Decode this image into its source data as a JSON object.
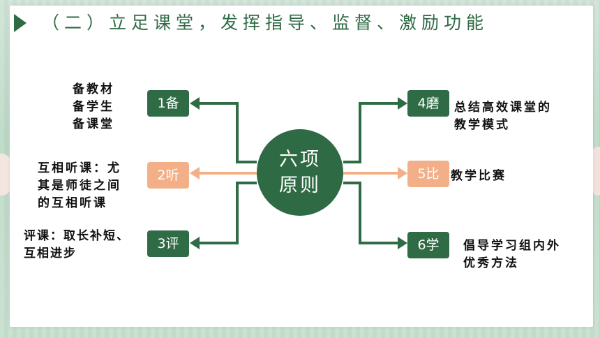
{
  "title": "（二）立足课堂，发挥指导、监督、激励功能",
  "center": {
    "line1": "六项",
    "line2": "原则"
  },
  "nodes": [
    {
      "label": "1备",
      "description": "备教材\n备学生\n备课堂",
      "color": "#2f6b45"
    },
    {
      "label": "2听",
      "description": "互相听课：尤\n其是师徒之间\n的互相听课",
      "color": "#f3b088"
    },
    {
      "label": "3评",
      "description": "评课：取长补短、\n互相进步",
      "color": "#2f6b45"
    },
    {
      "label": "4磨",
      "description": "总结高效课堂的\n教学模式",
      "color": "#2f6b45"
    },
    {
      "label": "5比",
      "description": "教学比赛",
      "color": "#f3b088"
    },
    {
      "label": "6学",
      "description": "倡导学习组内外\n优秀方法",
      "color": "#2f6b45"
    }
  ]
}
